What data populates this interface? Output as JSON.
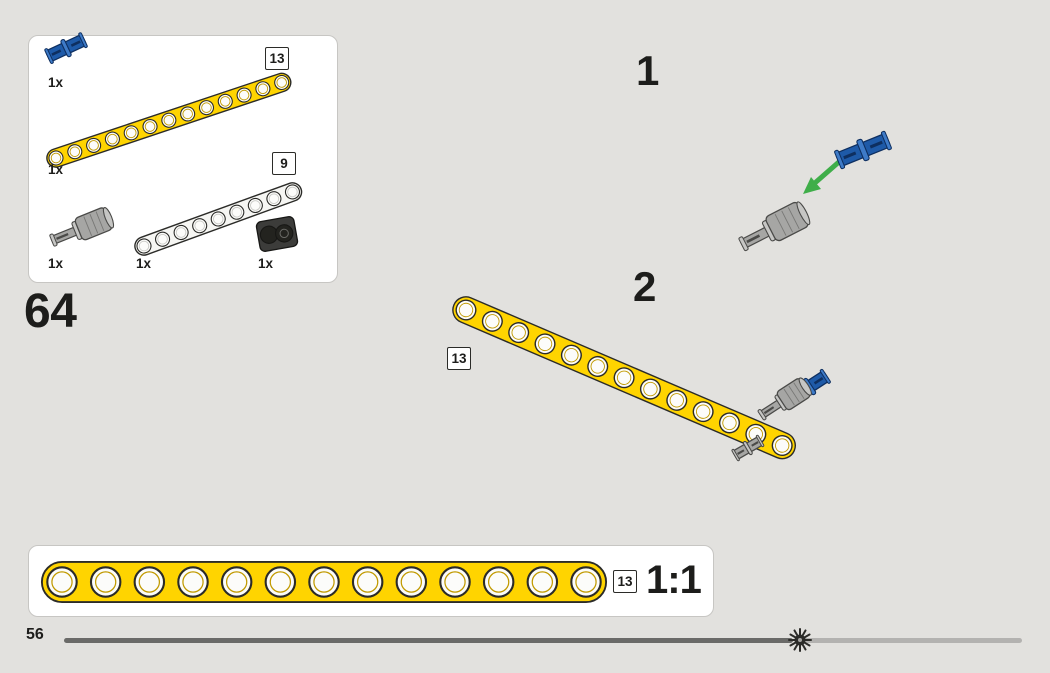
{
  "page": {
    "step_number": "64",
    "page_number": "56"
  },
  "parts_box": {
    "badge_beam_13": "13",
    "badge_beam_9": "9",
    "counts": {
      "blue_pin": "1x",
      "yellow_beam_13": "1x",
      "gray_pin_connector": "1x",
      "white_beam_9": "1x",
      "black_connector": "1x"
    }
  },
  "steps": {
    "step_1_label": "1",
    "step_2_label": "2",
    "step_2_beam_badge": "13"
  },
  "scale_box": {
    "beam_badge": "13",
    "scale_label": "1:1"
  },
  "parts": {
    "yellow_beam_13": {
      "type": "beam",
      "holes": 13,
      "body": "#FFD400",
      "ring": "#C19A00"
    },
    "white_beam_9": {
      "type": "beam",
      "holes": 9,
      "body": "#F6F6F3",
      "ring": "#C9C9C5"
    },
    "blue_pin": {
      "type": "pin",
      "body": "#1E5AA8",
      "edge": "#0E2F60",
      "hi": "#3E7BC8"
    },
    "gray_pin": {
      "type": "pin",
      "body": "#A6A6A4",
      "edge": "#4A4A48",
      "hi": "#C6C6C4"
    },
    "gray_pin_connector": {
      "type": "connector",
      "body": "#A6A6A4",
      "edge": "#4A4A48",
      "hi": "#C6C6C4"
    },
    "black_connector": {
      "type": "block",
      "body": "#3C3C3A",
      "edge": "#171715",
      "hole": "#23231F"
    }
  },
  "colors": {
    "background": "#E2E1DE",
    "accent_green": "#3FAE49",
    "progress_done": "#6A6A68",
    "progress_rest": "#B3B2B0"
  }
}
